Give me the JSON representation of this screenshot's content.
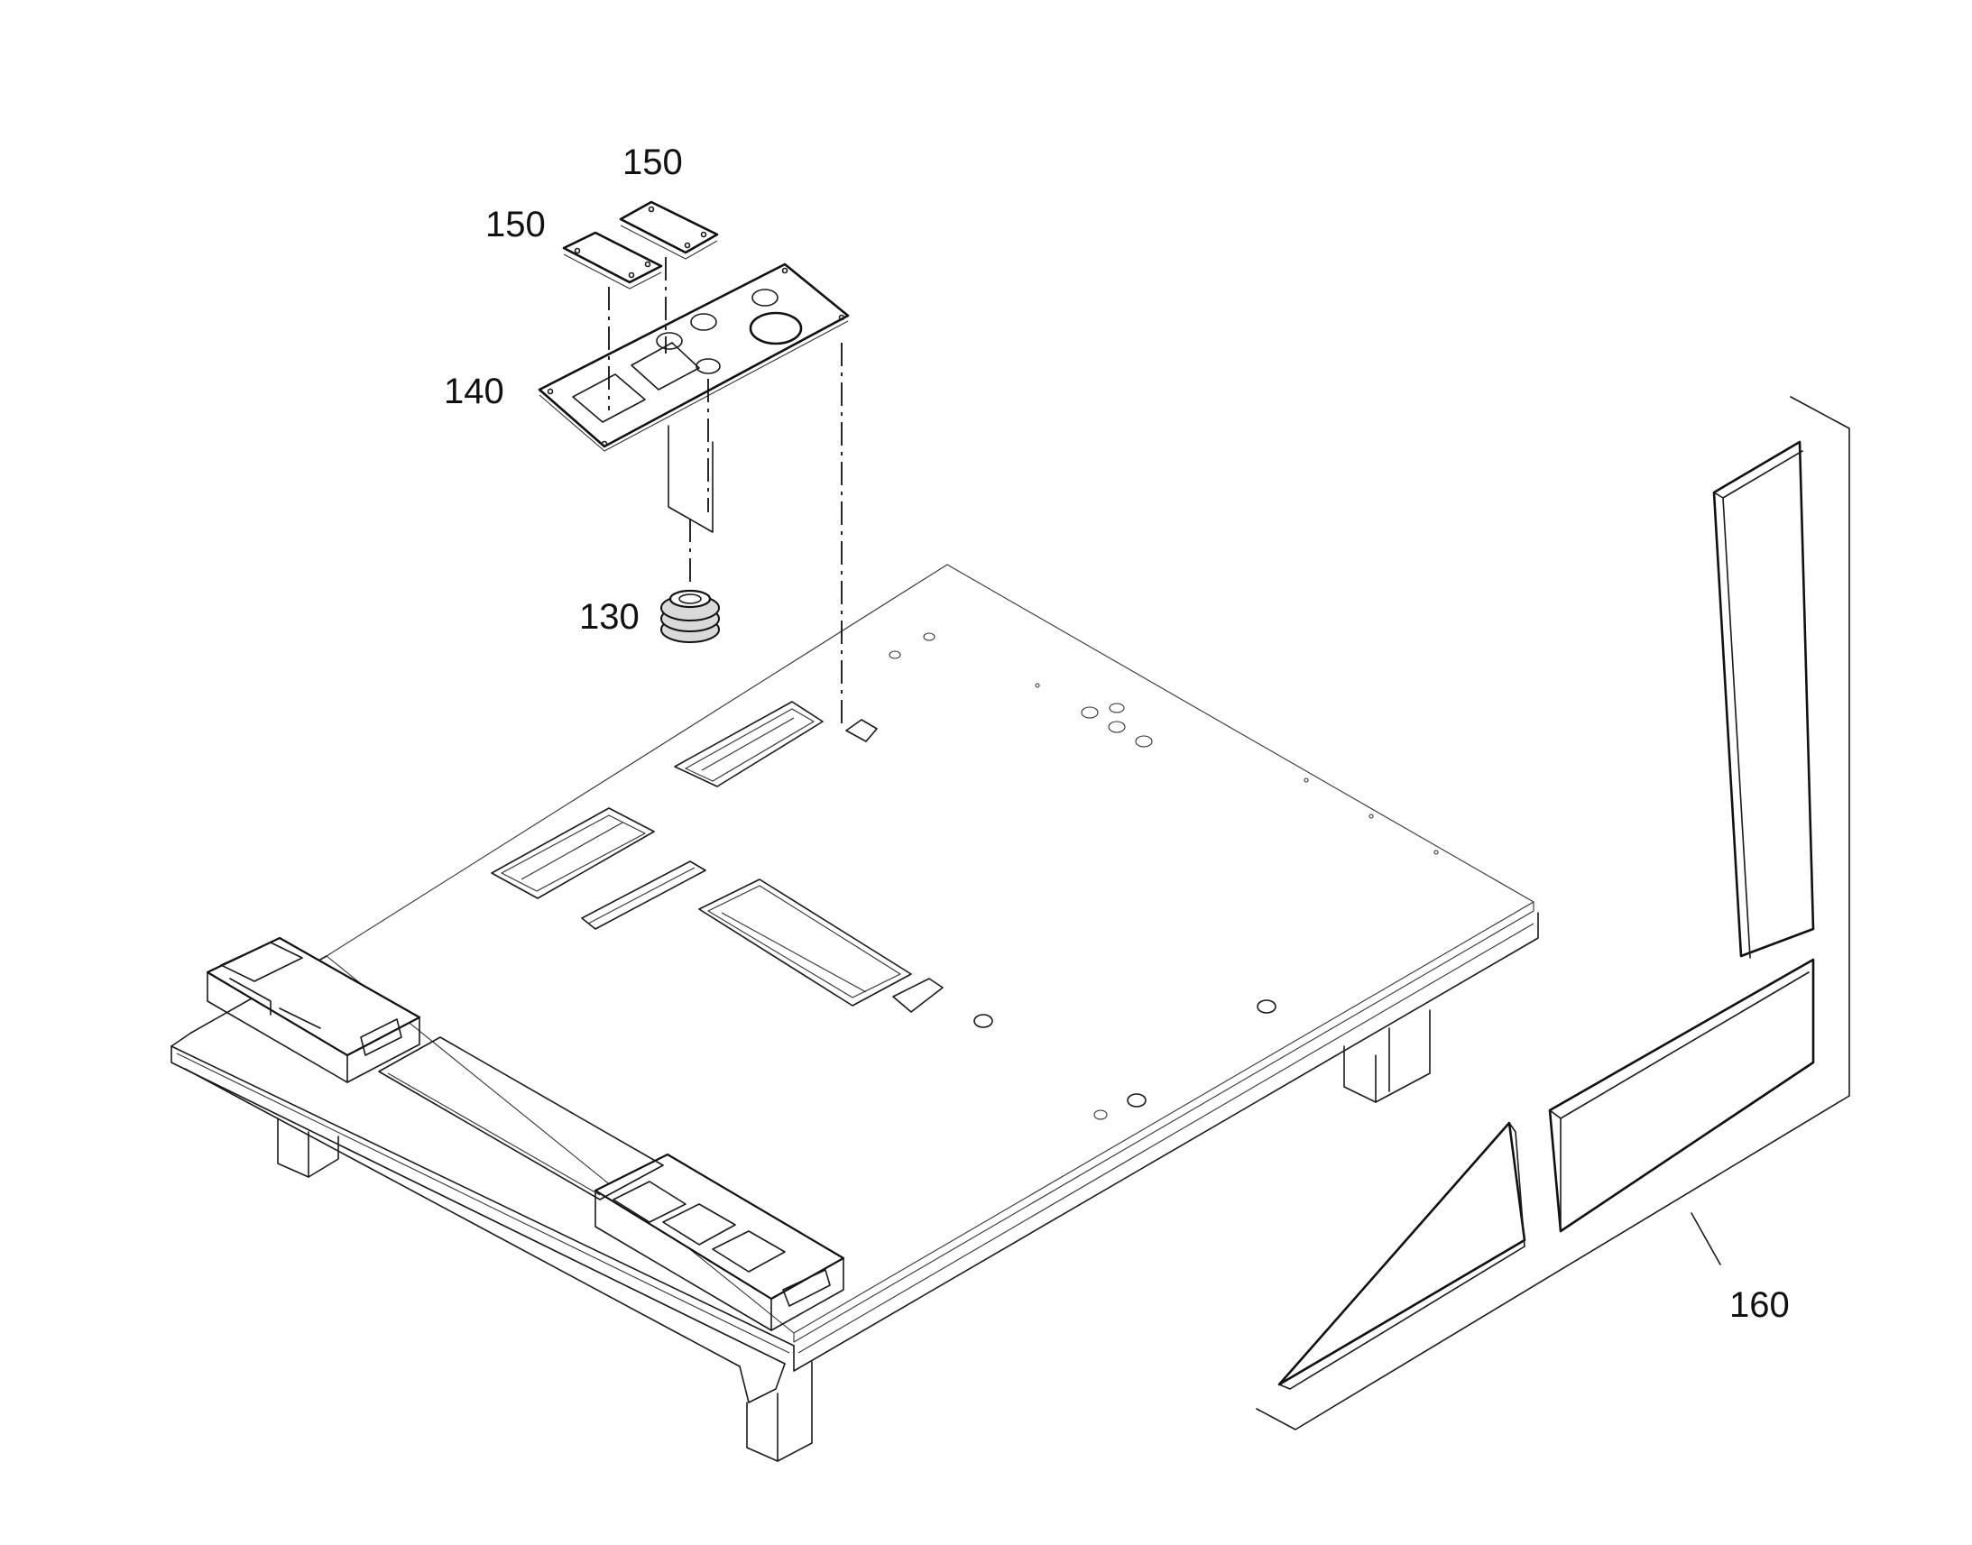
{
  "labels": {
    "plate_cover_a": "150",
    "plate_cover_b": "150",
    "panel": "140",
    "grommet": "130",
    "edge_guard": "160"
  },
  "colors": {
    "line": "#111111",
    "background": "#ffffff"
  }
}
